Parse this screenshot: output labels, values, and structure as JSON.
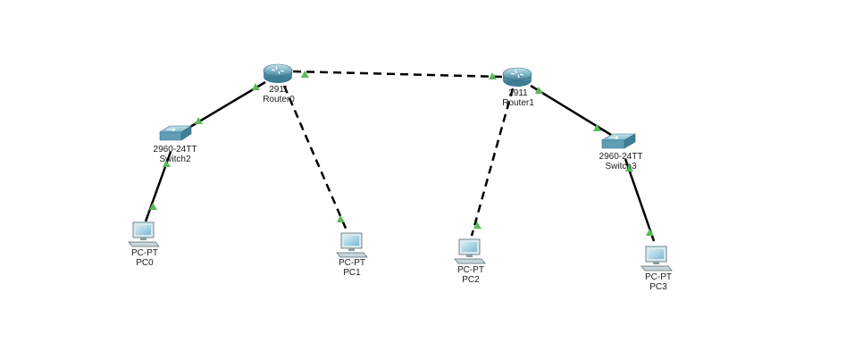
{
  "devices": {
    "router0": {
      "model": "2911",
      "name": "Router0"
    },
    "router1": {
      "model": "2911",
      "name": "Router1"
    },
    "switch2": {
      "model": "2960-24TT",
      "name": "Switch2"
    },
    "switch3": {
      "model": "2960-24TT",
      "name": "Switch3"
    },
    "pc0": {
      "model": "PC-PT",
      "name": "PC0"
    },
    "pc1": {
      "model": "PC-PT",
      "name": "PC1"
    },
    "pc2": {
      "model": "PC-PT",
      "name": "PC2"
    },
    "pc3": {
      "model": "PC-PT",
      "name": "PC3"
    }
  },
  "links": [
    {
      "from": "Router0",
      "to": "Router1",
      "style": "dashed"
    },
    {
      "from": "Router0",
      "to": "Switch2",
      "style": "solid"
    },
    {
      "from": "Router0",
      "to": "PC1",
      "style": "dashed"
    },
    {
      "from": "Router1",
      "to": "Switch3",
      "style": "solid"
    },
    {
      "from": "Router1",
      "to": "PC2",
      "style": "dashed"
    },
    {
      "from": "Switch2",
      "to": "PC0",
      "style": "solid"
    },
    {
      "from": "Switch3",
      "to": "PC3",
      "style": "solid"
    }
  ],
  "colors": {
    "link": "#000000",
    "port_up": "#5cb85c",
    "router_body": "#6aa3b8",
    "switch_body": "#5e9fb5",
    "pc_screen": "#8fc6dc"
  }
}
